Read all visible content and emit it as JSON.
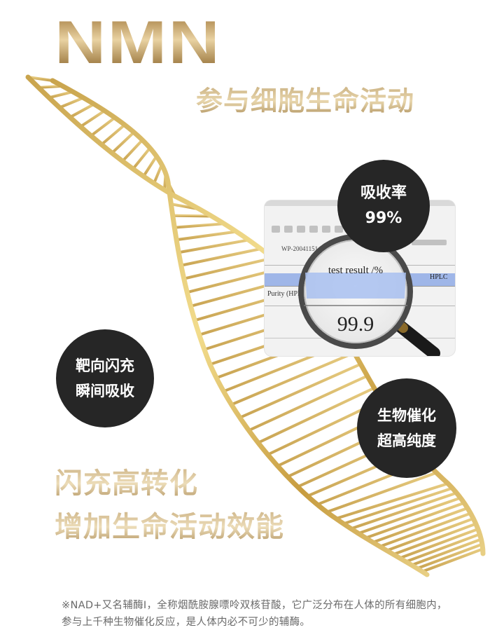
{
  "logo": {
    "text": "NMN"
  },
  "headline": "参与细胞生命活动",
  "report": {
    "doc_code": "WP-20041151-FX-05",
    "row_left": "Purity (HPLC",
    "col_right": "HPLC",
    "magnifier_label": "test result /%",
    "magnifier_value": "99.9"
  },
  "badges": {
    "absorb": {
      "line1": "吸收率",
      "line2": "99%"
    },
    "target": {
      "line1": "靶向闪充",
      "line2": "瞬间吸收"
    },
    "purity": {
      "line1": "生物催化",
      "line2": "超高纯度"
    }
  },
  "slogan": {
    "line1": "闪充高转化",
    "line2": "增加生命活动效能"
  },
  "footnote": "※NAD+又名辅酶I，全称烟酰胺腺嘌呤双核苷酸，它广泛分布在人体的所有细胞内，参与上千种生物催化反应，是人体内必不可少的辅酶。",
  "colors": {
    "gold_dark": "#a27a3e",
    "gold_light": "#e9d2a2",
    "badge_bg": "#262626",
    "footnote_text": "#6a6a6a"
  },
  "icons": {
    "dna": "dna-helix-icon",
    "magnifier": "magnifying-glass-icon"
  }
}
